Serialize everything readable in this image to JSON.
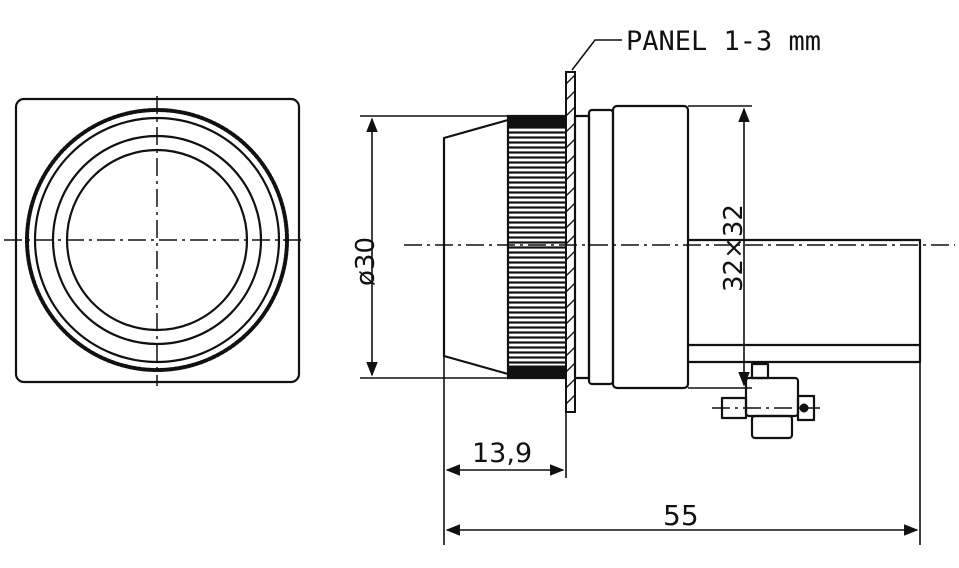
{
  "labels": {
    "panel_note": "PANEL 1-3 mm",
    "diameter": "ø30",
    "body_size": "32×32",
    "bezel_depth": "13,9",
    "overall_length": "55"
  }
}
